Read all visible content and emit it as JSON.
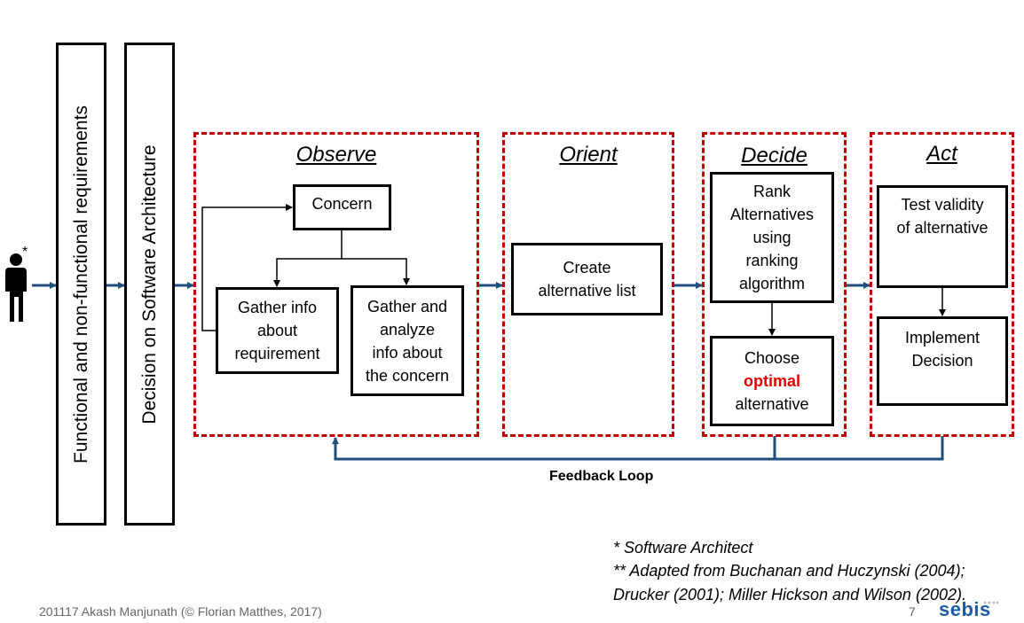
{
  "vertical_labels": {
    "requirements": "Functional and non-functional requirements",
    "decision": "Decision on Software Architecture"
  },
  "person_marker": "*",
  "phases": {
    "observe": {
      "title": "Observe",
      "concern": "Concern",
      "gather_info": [
        "Gather info",
        "about",
        "requirement"
      ],
      "gather_analyze": [
        "Gather and",
        "analyze",
        "info about",
        "the concern"
      ]
    },
    "orient": {
      "title": "Orient",
      "create_list": [
        "Create",
        "alternative list"
      ]
    },
    "decide": {
      "title": "Decide",
      "rank": [
        "Rank",
        "Alternatives",
        "using",
        "ranking",
        "algorithm"
      ],
      "choose": [
        "Choose",
        "optimal",
        "alternative"
      ]
    },
    "act": {
      "title": "Act",
      "test": [
        "Test validity",
        "of alternative"
      ],
      "implement": [
        "Implement",
        "Decision"
      ]
    }
  },
  "feedback_label": "Feedback Loop",
  "notes": [
    "* Software Architect",
    "** Adapted from Buchanan and Huczynski (2004);",
    "Drucker (2001); Miller Hickson and Wilson (2002)."
  ],
  "footer": {
    "left": "201117 Akash Manjunath (© Florian Matthes, 2017)",
    "page": "7",
    "logo": "sebis"
  },
  "colors": {
    "dash_red": "#c00000",
    "arrow_blue": "#1f4e79",
    "highlight_red": "#e00000"
  }
}
